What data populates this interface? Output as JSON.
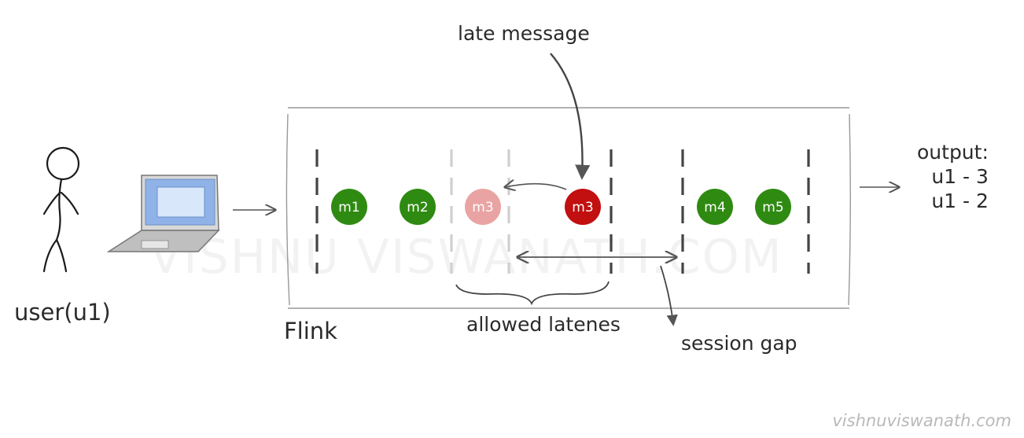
{
  "actor": {
    "label": "user(u1)",
    "icons": [
      "stick-figure-icon",
      "laptop-icon"
    ]
  },
  "system": {
    "label": "Flink"
  },
  "annotations": {
    "late_message": "late message",
    "allowed_lateness": "allowed latenes",
    "session_gap": "session gap"
  },
  "messages": [
    {
      "label": "m1",
      "color": "#2f8a12",
      "state": "on-time"
    },
    {
      "label": "m2",
      "color": "#2f8a12",
      "state": "on-time"
    },
    {
      "label": "m3",
      "color": "#eaa3a3",
      "state": "expected-slot"
    },
    {
      "label": "m3",
      "color": "#c20f0f",
      "state": "late"
    },
    {
      "label": "m4",
      "color": "#2f8a12",
      "state": "on-time"
    },
    {
      "label": "m5",
      "color": "#2f8a12",
      "state": "on-time"
    }
  ],
  "output": {
    "title": "output:",
    "lines": [
      "u1 - 3",
      "u1 - 2"
    ]
  },
  "watermark": {
    "main": "VISHNU VISWANATH.COM",
    "footer": "vishnuviswanath.com"
  },
  "colors": {
    "ink": "#2b2b2b",
    "laptop_screen": "#8fb3e8",
    "on_time": "#2f8a12",
    "late": "#c20f0f"
  }
}
